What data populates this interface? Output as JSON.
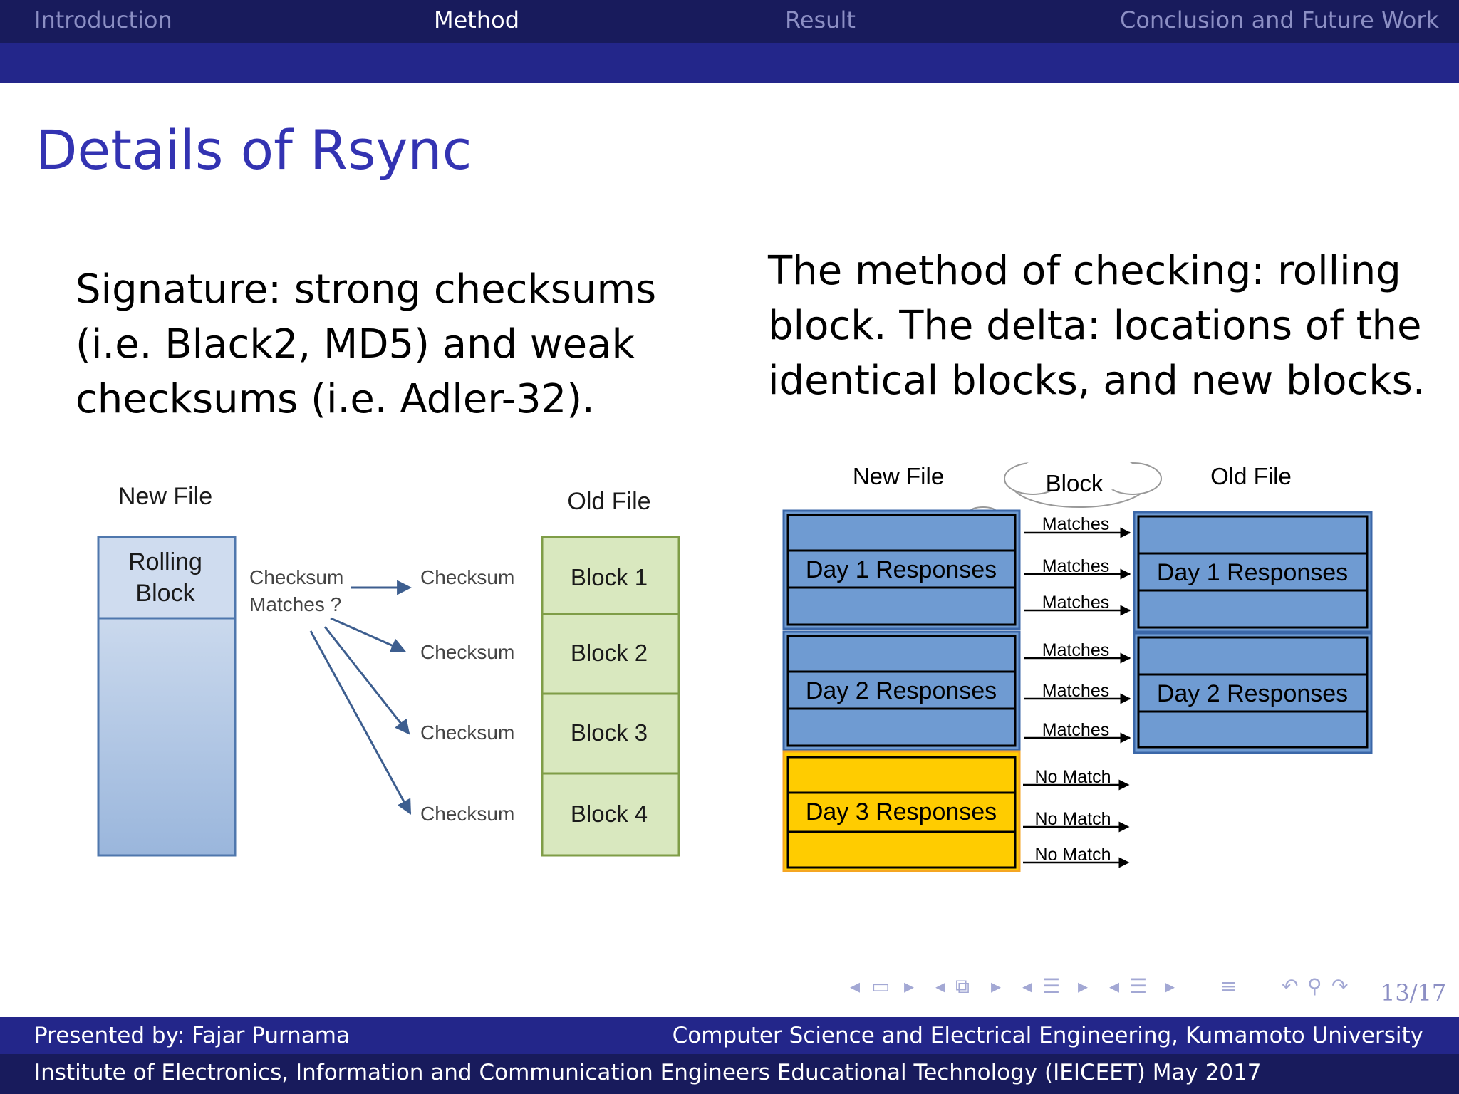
{
  "nav": {
    "sections": [
      "Introduction",
      "Method",
      "Result",
      "Conclusion and Future Work"
    ],
    "active": "Method"
  },
  "slide": {
    "title": "Details of Rsync",
    "left_text": [
      "Signature: strong checksums",
      "(i.e. Black2, MD5) and weak",
      "checksums (i.e. Adler-32)."
    ],
    "right_text": [
      "The method of checking: rolling",
      "block. The delta: locations of the",
      "identical blocks, and new blocks."
    ]
  },
  "figure_left": {
    "new_file_label": "New File",
    "old_file_label": "Old File",
    "rolling_block_lines": [
      "Rolling",
      "Block"
    ],
    "matches_lines": [
      "Checksum",
      "Matches ?"
    ],
    "checksum_label": "Checksum",
    "blocks": [
      "Block 1",
      "Block 2",
      "Block 3",
      "Block 4"
    ]
  },
  "figure_right": {
    "new_file_label": "New File",
    "old_file_label": "Old File",
    "block_cloud_label": "Block",
    "new_responses": [
      "Day 1 Responses",
      "Day 2 Responses",
      "Day 3 Responses"
    ],
    "old_responses": [
      "Day 1 Responses",
      "Day 2 Responses"
    ],
    "arrow_labels": [
      "Matches",
      "Matches",
      "Matches",
      "Matches",
      "Matches",
      "Matches",
      "No Match",
      "No Match",
      "No Match"
    ]
  },
  "colors": {
    "title": "#3333b2",
    "nav_dark": "#181b5c",
    "nav_mid": "#23268a",
    "response_blue": "#6f9bd2",
    "response_yellow": "#ffcc00",
    "block_green": "#d9e8bf"
  },
  "navigation": {
    "icons": [
      "frame-prev-icon",
      "frame-icon",
      "frame-next-icon",
      "subsection-prev-icon",
      "subsection-icon",
      "subsection-next-icon",
      "section-prev-icon",
      "section-icon",
      "section-next-icon",
      "doc-prev-icon",
      "doc-icon",
      "doc-next-icon",
      "outline-icon",
      "back-icon",
      "search-icon",
      "forward-icon"
    ],
    "page": "13/17"
  },
  "footer": {
    "presenter": "Presented by: Fajar Purnama",
    "affiliation": "Computer Science and Electrical Engineering, Kumamoto University",
    "event": "Institute of Electronics, Information and Communication Engineers Educational Technology (IEICEET) May 2017"
  }
}
